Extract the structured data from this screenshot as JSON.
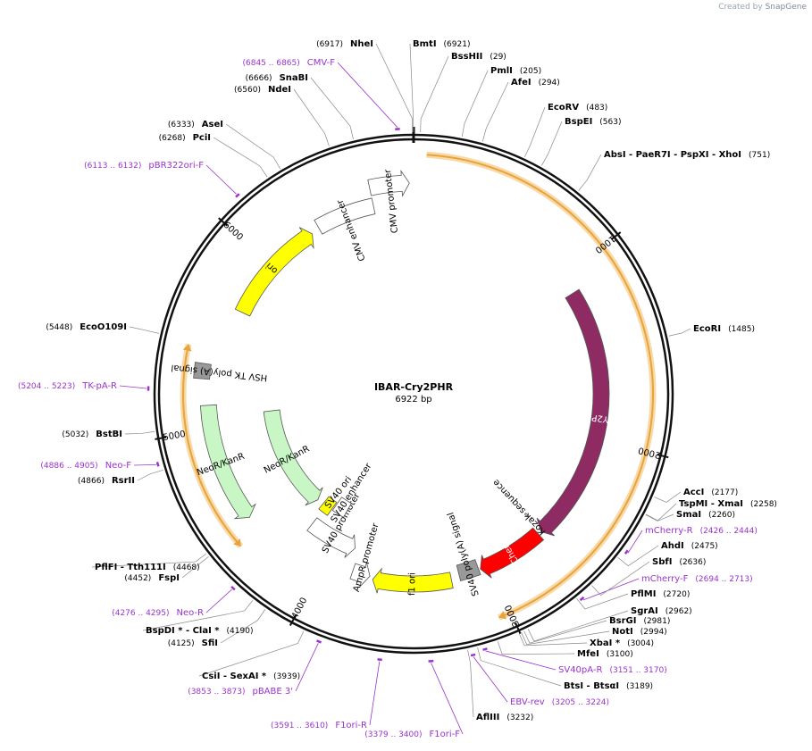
{
  "watermark": {
    "prefix": "Created by",
    "brand": "SnapGene"
  },
  "plasmid": {
    "name": "IBAR-Cry2PHR",
    "length": "6922 bp",
    "total": 6922
  },
  "colors": {
    "backbone": "#111111",
    "primer": "#9a32cd",
    "cry2phr": "#8e2b63",
    "mcherry": "#ff0000",
    "ori": "#ffff00",
    "neo": "#c8f7c5",
    "white_feature": "#ffffff",
    "orf": "#e8a33a",
    "gray": "#999999"
  },
  "ticks": [
    {
      "pos": 1000,
      "label": "1000"
    },
    {
      "pos": 2000,
      "label": "2000"
    },
    {
      "pos": 3000,
      "label": "3000"
    },
    {
      "pos": 4000,
      "label": "4000"
    },
    {
      "pos": 5000,
      "label": "5000"
    },
    {
      "pos": 6000,
      "label": "6000"
    }
  ],
  "enzymes": [
    {
      "pos": 6917,
      "name": "NheI",
      "num": "(6917)"
    },
    {
      "pos": 6921,
      "name": "BmtI",
      "num": "(6921)"
    },
    {
      "pos": 29,
      "name": "BssHII",
      "num": "(29)"
    },
    {
      "pos": 205,
      "name": "PmlI",
      "num": "(205)"
    },
    {
      "pos": 294,
      "name": "AfeI",
      "num": "(294)"
    },
    {
      "pos": 483,
      "name": "EcoRV",
      "num": "(483)"
    },
    {
      "pos": 563,
      "name": "BspEI",
      "num": "(563)"
    },
    {
      "pos": 751,
      "name": "AbsI   - PaeR7I   - PspXI   - XhoI",
      "num": "(751)"
    },
    {
      "pos": 1485,
      "name": "EcoRI",
      "num": "(1485)"
    },
    {
      "pos": 2177,
      "name": "AccI",
      "num": "(2177)"
    },
    {
      "pos": 2258,
      "name": "TspMI   - XmaI",
      "num": "(2258)"
    },
    {
      "pos": 2260,
      "name": "SmaI",
      "num": "(2260)"
    },
    {
      "pos": 2475,
      "name": "AhdI",
      "num": "(2475)"
    },
    {
      "pos": 2636,
      "name": "SbfI",
      "num": "(2636)"
    },
    {
      "pos": 2720,
      "name": "PflMI",
      "num": "(2720)"
    },
    {
      "pos": 2962,
      "name": "SgrAI",
      "num": "(2962)"
    },
    {
      "pos": 2981,
      "name": "BsrGI",
      "num": "(2981)"
    },
    {
      "pos": 2994,
      "name": "NotI",
      "num": "(2994)"
    },
    {
      "pos": 3004,
      "name": "XbaI *",
      "num": "(3004)"
    },
    {
      "pos": 3100,
      "name": "MfeI",
      "num": "(3100)"
    },
    {
      "pos": 3189,
      "name": "BtsI   - BtsαI",
      "num": "(3189)"
    },
    {
      "pos": 3232,
      "name": "AflIII",
      "num": "(3232)"
    },
    {
      "pos": 3939,
      "name": "CsiI   - SexAI *",
      "num": "(3939)"
    },
    {
      "pos": 4125,
      "name": "SfiI",
      "num": "(4125)"
    },
    {
      "pos": 4190,
      "name": "BspDI *  - ClaI *",
      "num": "(4190)"
    },
    {
      "pos": 4452,
      "name": "FspI",
      "num": "(4452)"
    },
    {
      "pos": 4468,
      "name": "PflFI   - Tth111I",
      "num": "(4468)"
    },
    {
      "pos": 4866,
      "name": "RsrII",
      "num": "(4866)"
    },
    {
      "pos": 5032,
      "name": "BstBI",
      "num": "(5032)"
    },
    {
      "pos": 5448,
      "name": "EcoO109I",
      "num": "(5448)"
    },
    {
      "pos": 6268,
      "name": "PciI",
      "num": "(6268)"
    },
    {
      "pos": 6333,
      "name": "AseI",
      "num": "(6333)"
    },
    {
      "pos": 6560,
      "name": "NdeI",
      "num": "(6560)"
    },
    {
      "pos": 6666,
      "name": "SnaBI",
      "num": "(6666)"
    }
  ],
  "primers": [
    {
      "start": 6845,
      "end": 6865,
      "name": "CMV-F",
      "range": "(6845 .. 6865)"
    },
    {
      "start": 6113,
      "end": 6132,
      "name": "pBR322ori-F",
      "range": "(6113 .. 6132)"
    },
    {
      "start": 5204,
      "end": 5223,
      "name": "TK-pA-R",
      "range": "(5204 .. 5223)"
    },
    {
      "start": 4886,
      "end": 4905,
      "name": "Neo-F",
      "range": "(4886 .. 4905)"
    },
    {
      "start": 4276,
      "end": 4295,
      "name": "Neo-R",
      "range": "(4276 .. 4295)"
    },
    {
      "start": 3853,
      "end": 3873,
      "name": "pBABE 3'",
      "range": "(3853 .. 3873)"
    },
    {
      "start": 3591,
      "end": 3610,
      "name": "F1ori-R",
      "range": "(3591 .. 3610)"
    },
    {
      "start": 3379,
      "end": 3400,
      "name": "F1ori-F",
      "range": "(3379 .. 3400)"
    },
    {
      "start": 3205,
      "end": 3224,
      "name": "EBV-rev",
      "range": "(3205 .. 3224)"
    },
    {
      "start": 3151,
      "end": 3170,
      "name": "SV40pA-R",
      "range": "(3151 .. 3170)"
    },
    {
      "start": 2694,
      "end": 2713,
      "name": "mCherry-F",
      "range": "(2694 .. 2713)"
    },
    {
      "start": 2426,
      "end": 2444,
      "name": "mCherry-R",
      "range": "(2426 .. 2444)"
    }
  ],
  "features": [
    {
      "name": "CRY2PHR",
      "start": 1110,
      "end": 2640,
      "dir": 1,
      "color": "cry2phr",
      "text_color": "#ffffff"
    },
    {
      "name": "mCherry",
      "start": 2660,
      "end": 3060,
      "dir": 1,
      "color": "mcherry",
      "text_color": "#ffffff"
    },
    {
      "name": "SV40 poly(A) signal",
      "start": 3070,
      "end": 3190,
      "dir": 0,
      "color": "gray",
      "text_color": "#000000"
    },
    {
      "name": "f1 ori",
      "start": 3240,
      "end": 3700,
      "dir": 1,
      "color": "ori",
      "text_color": "#000000"
    },
    {
      "name": "AmpR promoter",
      "start": 3720,
      "end": 3825,
      "dir": -1,
      "color": "white_feature",
      "text_color": "#000000"
    },
    {
      "name": "SV40 promoter",
      "start": 3860,
      "end": 4190,
      "dir": -1,
      "color": "white_feature",
      "text_color": "#000000"
    },
    {
      "name": "SV40 enhancer",
      "start": 4030,
      "end": 4130,
      "dir": 0,
      "color": "white_feature",
      "text_color": "#000000"
    },
    {
      "name": "SV40 ori",
      "start": 4140,
      "end": 4220,
      "dir": 0,
      "color": "ori",
      "text_color": "#000000"
    },
    {
      "name": "NeoR/KanR",
      "start": 4270,
      "end": 5060,
      "dir": -1,
      "color": "neo",
      "text_color": "#000000"
    },
    {
      "name": "NeoR/KanR",
      "start": 4480,
      "end": 5130,
      "dir": -1,
      "color": "neo",
      "text_color": "#000000"
    },
    {
      "name": "HSV TK poly(A) signal",
      "start": 5270,
      "end": 5350,
      "dir": 0,
      "color": "gray",
      "text_color": "#000000"
    },
    {
      "name": "ori",
      "start": 5680,
      "end": 6300,
      "dir": 1,
      "color": "ori",
      "text_color": "#000000"
    },
    {
      "name": "CMV enhancer",
      "start": 6350,
      "end": 6690,
      "dir": 0,
      "color": "white_feature",
      "text_color": "#000000"
    },
    {
      "name": "CMV promoter",
      "start": 6690,
      "end": 6900,
      "dir": 1,
      "color": "white_feature",
      "text_color": "#000000"
    },
    {
      "name": "Kozak sequence",
      "start": 2630,
      "end": 2640,
      "dir": 0,
      "color": "white_feature",
      "text_color": "#000000"
    }
  ],
  "orfs": [
    {
      "start": 60,
      "end": 3060,
      "dir": 1
    },
    {
      "start": 4395,
      "end": 5195,
      "dir": -1
    },
    {
      "start": 5180,
      "end": 5430,
      "dir": 1
    }
  ]
}
